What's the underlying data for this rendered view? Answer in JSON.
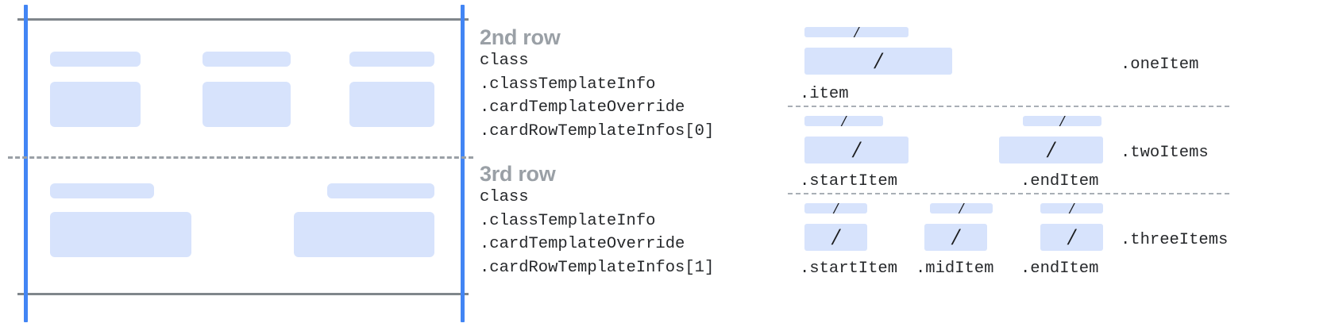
{
  "colors": {
    "placeholder_fill": "#d7e3fc",
    "guide_blue": "#4285f4",
    "rule_gray": "#80868b",
    "dashed_gray": "#9aa0a6",
    "heading_gray": "#9aa0a6",
    "code_text": "#26282b",
    "background": "#ffffff"
  },
  "left_panel": {
    "name": "card-row-preview",
    "rows": [
      {
        "id": "row-2",
        "cells": [
          {
            "title_placeholder": "",
            "body_placeholder": ""
          },
          {
            "title_placeholder": "",
            "body_placeholder": ""
          },
          {
            "title_placeholder": "",
            "body_placeholder": ""
          }
        ]
      },
      {
        "id": "row-3",
        "cells": [
          {
            "title_placeholder": "",
            "body_placeholder": ""
          },
          {
            "title_placeholder": "",
            "body_placeholder": ""
          }
        ]
      }
    ]
  },
  "annotations": [
    {
      "heading": "2nd row",
      "code_lines": [
        "class",
        ".classTemplateInfo",
        ".cardTemplateOverride",
        ".cardRowTemplateInfos[0]"
      ]
    },
    {
      "heading": "3rd row",
      "code_lines": [
        "class",
        ".classTemplateInfo",
        ".cardTemplateOverride",
        ".cardRowTemplateInfos[1]"
      ]
    }
  ],
  "legend": {
    "groups": [
      {
        "group_label": ".oneItem",
        "items": [
          {
            "label": ".item",
            "glyph": "/"
          }
        ]
      },
      {
        "group_label": ".twoItems",
        "items": [
          {
            "label": ".startItem",
            "glyph": "/"
          },
          {
            "label": ".endItem",
            "glyph": "/"
          }
        ]
      },
      {
        "group_label": ".threeItems",
        "items": [
          {
            "label": ".startItem",
            "glyph": "/"
          },
          {
            "label": ".midItem",
            "glyph": "/"
          },
          {
            "label": ".endItem",
            "glyph": "/"
          }
        ]
      }
    ]
  }
}
